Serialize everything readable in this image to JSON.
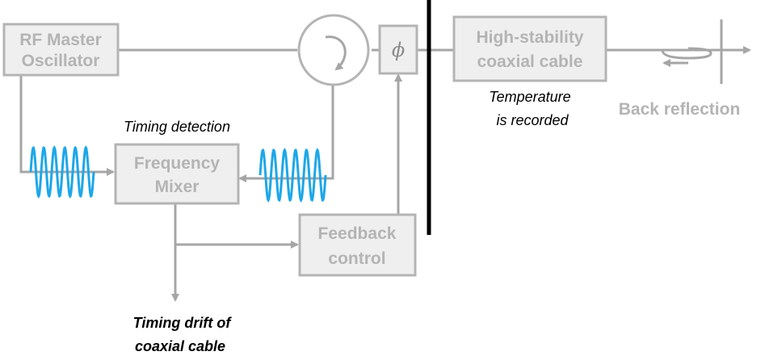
{
  "blocks": {
    "rf_master": [
      "RF Master",
      "Oscillator"
    ],
    "frequency_mixer": [
      "Frequency",
      "Mixer"
    ],
    "feedback_control": [
      "Feedback",
      "control"
    ],
    "coaxial_cable": [
      "High-stability",
      "coaxial cable"
    ],
    "phase_shifter": "ϕ"
  },
  "annotations": {
    "timing_detection": "Timing detection",
    "temperature": [
      "Temperature",
      "is recorded"
    ],
    "back_reflection": "Back reflection",
    "timing_drift": [
      "Timing drift of",
      "coaxial cable"
    ]
  },
  "colors": {
    "block_fill": "#efefef",
    "block_stroke": "#b4b4b4",
    "line": "#a6a6a6",
    "wave": "#1ea7e8",
    "divider": "#000000"
  }
}
